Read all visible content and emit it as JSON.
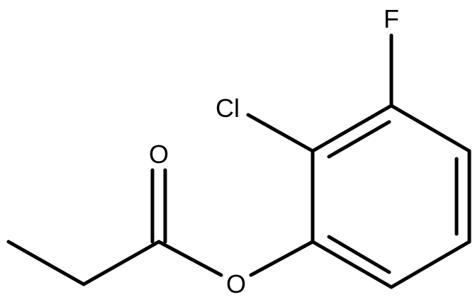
{
  "molecule": {
    "atoms": {
      "fluorine": "F",
      "chlorine": "Cl",
      "carbonyl_oxygen": "O",
      "ester_oxygen": "O"
    },
    "colors": {
      "bond": "#000000",
      "label": "#000000",
      "background": "#ffffff"
    }
  }
}
